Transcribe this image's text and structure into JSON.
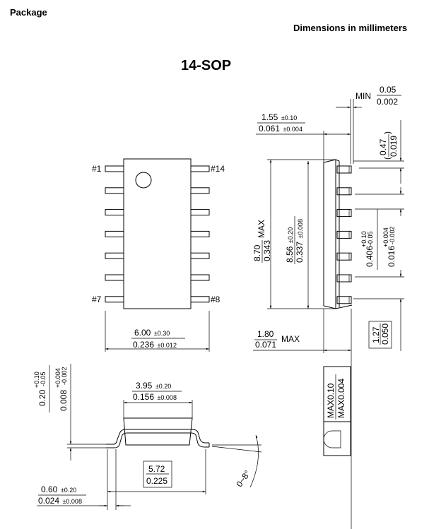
{
  "header": {
    "section": "Package",
    "units": "Dimensions in millimeters"
  },
  "title": "14-SOP",
  "top_view": {
    "pin_labels": [
      "#1",
      "#14",
      "#7",
      "#8"
    ],
    "width_mm": "6.00",
    "width_mm_tol": "±0.30",
    "width_in": "0.236",
    "width_in_tol": "±0.012"
  },
  "side_view": {
    "min_label": "MIN",
    "min_mm": "0.05",
    "min_in": "0.002",
    "height_mm": "1.55",
    "height_mm_tol": "±0.10",
    "height_in": "0.061",
    "height_in_tol": "±0.004",
    "length_max_mm": "8.70",
    "length_max_in": "0.343",
    "max_label": "MAX",
    "length_mm": "8.56",
    "length_mm_tol": "±0.20",
    "length_in": "0.337",
    "length_in_tol": "±0.008",
    "lead_offset_mm": "0.47",
    "lead_offset_in": "0.019",
    "lead_width_mm": "0.406",
    "lead_width_mm_tol_plus": "+0.10",
    "lead_width_mm_tol_minus": "-0.05",
    "lead_width_in": "0.016",
    "lead_width_in_tol_plus": "+0.004",
    "lead_width_in_tol_minus": "-0.002",
    "pitch_mm": "1.27",
    "pitch_in": "0.050",
    "total_height_mm": "1.80",
    "total_height_in": "0.071",
    "coplanarity_mm": "MAX0.10",
    "coplanarity_in": "MAX0.004"
  },
  "end_view": {
    "lead_thick_mm": "0.20",
    "lead_thick_mm_tol_plus": "+0.10",
    "lead_thick_mm_tol_minus": "-0.05",
    "lead_thick_in": "0.008",
    "lead_thick_in_tol_plus": "+0.004",
    "lead_thick_in_tol_minus": "-0.002",
    "body_w_mm": "3.95",
    "body_w_mm_tol": "±0.20",
    "body_w_in": "0.156",
    "body_w_in_tol": "±0.008",
    "span_mm": "5.72",
    "span_in": "0.225",
    "foot_mm": "0.60",
    "foot_mm_tol": "±0.20",
    "foot_in": "0.024",
    "foot_in_tol": "±0.008",
    "angle": "0~8°"
  }
}
